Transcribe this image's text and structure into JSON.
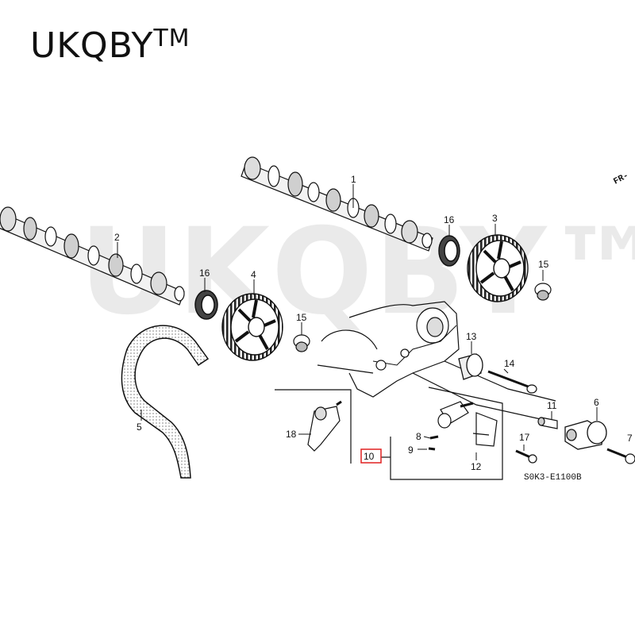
{
  "brand": {
    "name": "UKQBY",
    "mark": "TM"
  },
  "watermark": {
    "text": "UKQBY™"
  },
  "diagram": {
    "direction_label": "FR-",
    "drawing_code": "S0K3-E1100B",
    "highlight_color": "#e02020",
    "callouts": {
      "c1": "1",
      "c2": "2",
      "c3": "3",
      "c4": "4",
      "c5": "5",
      "c6": "6",
      "c7": "7",
      "c8": "8",
      "c9": "9",
      "c10": "10",
      "c11": "11",
      "c12": "12",
      "c13": "13",
      "c14": "14",
      "c15a": "15",
      "c15b": "15",
      "c16a": "16",
      "c16b": "16",
      "c17": "17",
      "c18": "18"
    }
  }
}
